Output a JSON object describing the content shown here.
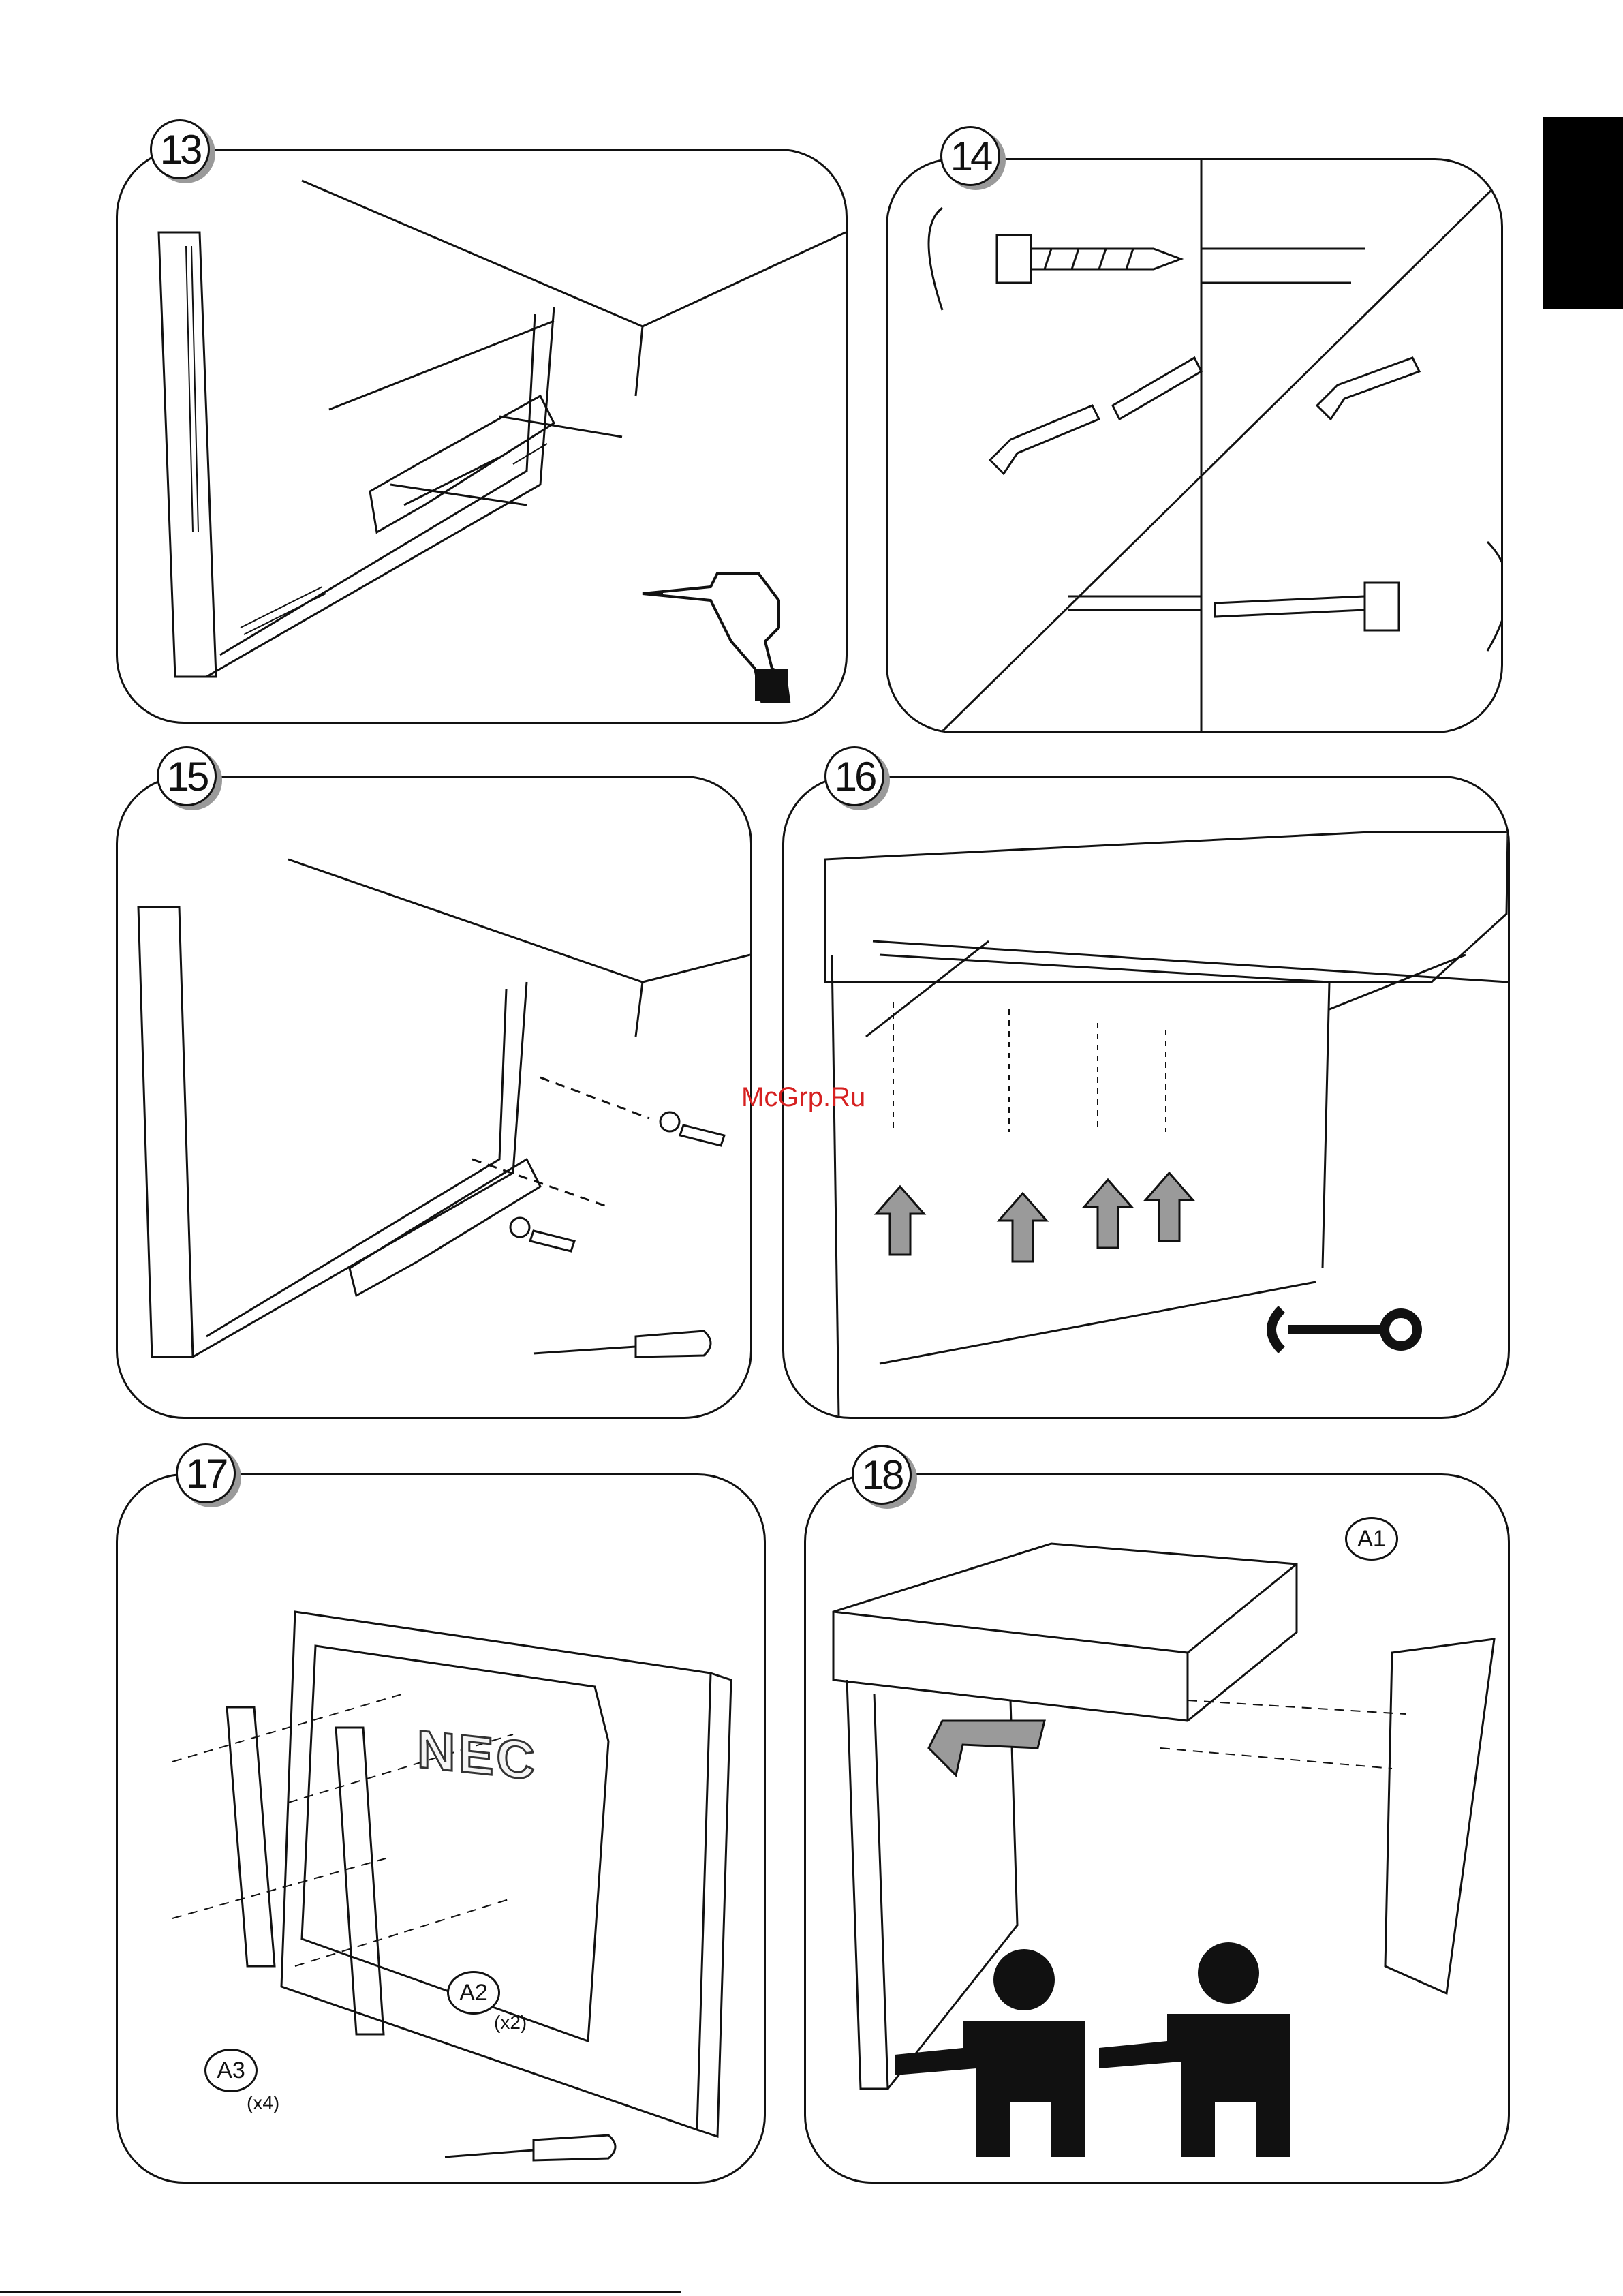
{
  "steps": [
    {
      "number": "13",
      "tool": "drill-icon"
    },
    {
      "number": "14",
      "tool": "none"
    },
    {
      "number": "15",
      "tool": "screwdriver-icon"
    },
    {
      "number": "16",
      "tool": "wrench-icon"
    },
    {
      "number": "17",
      "tool": "screwdriver-icon"
    },
    {
      "number": "18",
      "tool": "two-person-lift-icon"
    }
  ],
  "watermark": "McGrp.Ru",
  "brand_logo": "NEC",
  "callouts": {
    "a1": "A1",
    "a2": "A2",
    "a2_qty": "(x2)",
    "a3": "A3",
    "a3_qty": "(x4)"
  },
  "colors": {
    "ink": "#111111",
    "arrow_fill": "#9a9a9a",
    "watermark": "#d62020",
    "tab": "#000000"
  }
}
